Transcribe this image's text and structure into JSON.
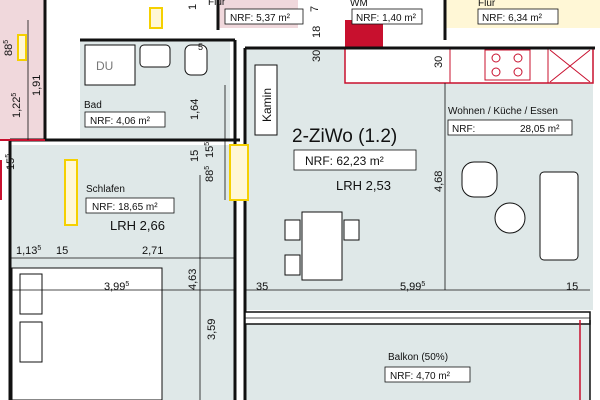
{
  "colors": {
    "room_fill": "#dfe8e8",
    "flur_fill": "#f0d8dc",
    "yellow_fill": "#fff7d6",
    "wall": "#111111",
    "kitchen_red": "#c8102e",
    "door_yellow": "#f5d000"
  },
  "unit": {
    "name": "2-ZiWo (1.2)",
    "nrf": "NRF: 62,23 m²",
    "lrh": "LRH 2,53"
  },
  "rooms": {
    "flur_top": {
      "label": "Flur",
      "nrf": "NRF: 5,37 m²"
    },
    "wm": {
      "label": "WM",
      "nrf": "NRF: 1,40 m²"
    },
    "flur_right": {
      "label": "Flur",
      "nrf": "NRF: 6,34 m²"
    },
    "du": {
      "label": "DU"
    },
    "bad": {
      "label": "Bad",
      "nrf": "NRF: 4,06 m²"
    },
    "schlafen": {
      "label": "Schlafen",
      "nrf": "NRF: 18,65 m²",
      "lrh": "LRH 2,66"
    },
    "wohnen": {
      "label": "Wohnen / Küche / Essen",
      "nrf_label": "NRF:",
      "nrf_value": "28,05 m²"
    },
    "kamin": {
      "label": "Kamin"
    },
    "balkon": {
      "label": "Balkon (50%)",
      "nrf": "NRF: 4,70 m²"
    }
  },
  "dimensions": {
    "d88": "88",
    "d88_sup": "5",
    "d191": "1,91",
    "d122": "1,22",
    "d122_sup": "5",
    "d15a": "15",
    "d15a_sup": "5",
    "d164": "1,64",
    "d30a": "30",
    "d18": "18",
    "d30b": "30",
    "d15b": "15",
    "d88b": "88",
    "d88b_sup": "5",
    "d15c": "15",
    "d15c_sup": "5",
    "d468": "4,68",
    "d113": "1,13",
    "d113_sup": "5",
    "d15d": "15",
    "d271": "2,71",
    "d399": "3,99",
    "d399_sup": "5",
    "d463": "4,63",
    "d35": "35",
    "d599": "5,99",
    "d599_sup": "5",
    "d15e": "15",
    "d359": "3,59",
    "d11": "1",
    "d5": "5",
    "d7": "7"
  }
}
